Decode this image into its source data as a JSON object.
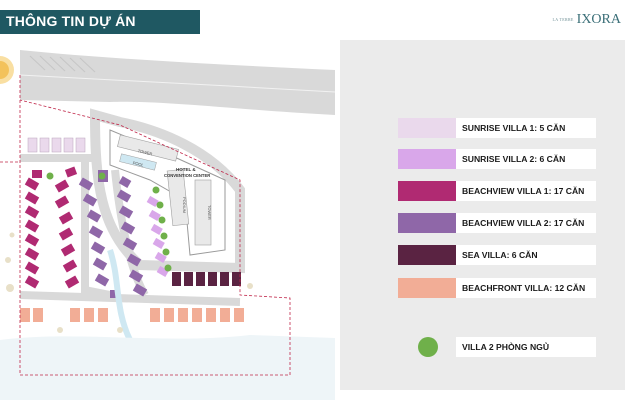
{
  "header": {
    "title": "THÔNG TIN DỰ ÁN"
  },
  "logo": {
    "small": "LA TERRE",
    "text": "IXORA"
  },
  "map": {
    "labels": {
      "tower_top": "TOWER",
      "pool": "POOL",
      "hotel": "HOTEL &",
      "convention": "CONVENTION CENTER",
      "podium": "PODIUM",
      "tower_right": "TOWER"
    }
  },
  "legend": {
    "items": [
      {
        "label": "SUNRISE VILLA 1: 5 CĂN",
        "color": "#ead9ec"
      },
      {
        "label": "SUNRISE VILLA 2: 6 CĂN",
        "color": "#d9a7ea"
      },
      {
        "label": "BEACHVIEW VILLA 1: 17 CĂN",
        "color": "#b02a72"
      },
      {
        "label": "BEACHVIEW VILLA 2: 17 CĂN",
        "color": "#8f67a8"
      },
      {
        "label": "SEA VILLA: 6 CĂN",
        "color": "#5a2342"
      },
      {
        "label": "BEACHFRONT VILLA: 12 CĂN",
        "color": "#f2ad96"
      }
    ],
    "special": {
      "label": "VILLA 2 PHÒNG NGỦ",
      "color": "#6fb04a"
    }
  }
}
